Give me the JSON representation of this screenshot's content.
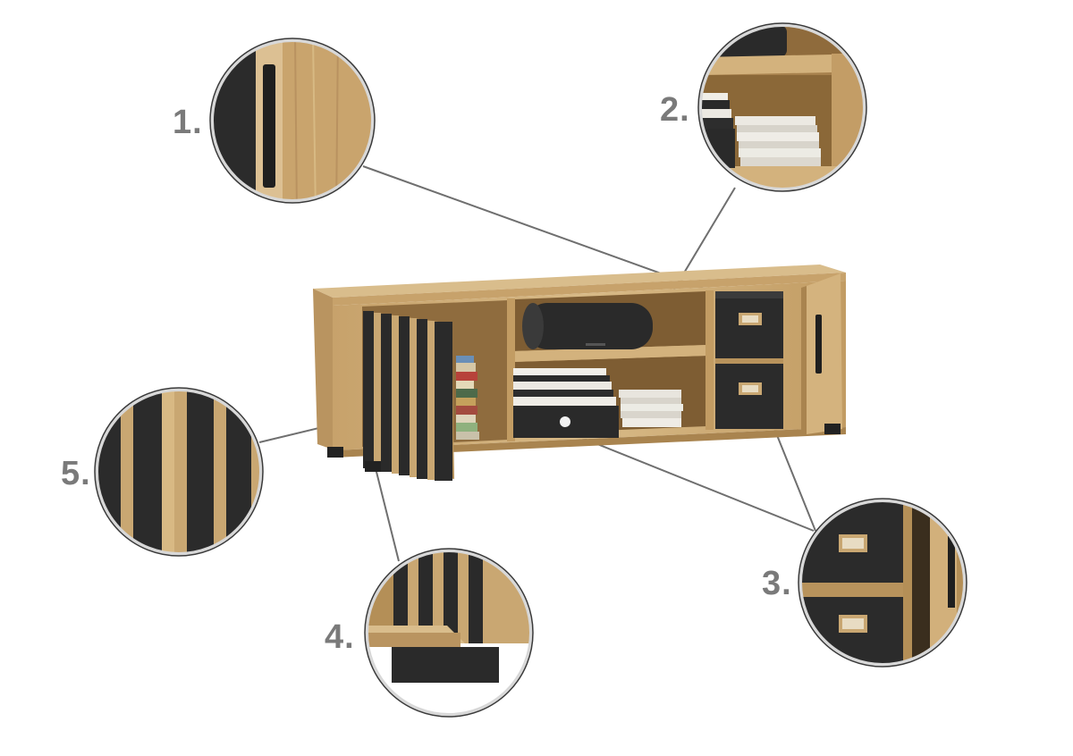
{
  "callouts": [
    {
      "label": "1.",
      "detail": "door-handle"
    },
    {
      "label": "2.",
      "detail": "open-shelf"
    },
    {
      "label": "3.",
      "detail": "drawer-boxes"
    },
    {
      "label": "4.",
      "detail": "foot"
    },
    {
      "label": "5.",
      "detail": "slatted-door"
    }
  ],
  "colors": {
    "oak": "#c9a772",
    "oak_dark": "#a9844f",
    "oak_light": "#dcc093",
    "anthracite": "#2e2e2e",
    "leader": "#6f6f6f",
    "number": "#7a7a7a"
  }
}
